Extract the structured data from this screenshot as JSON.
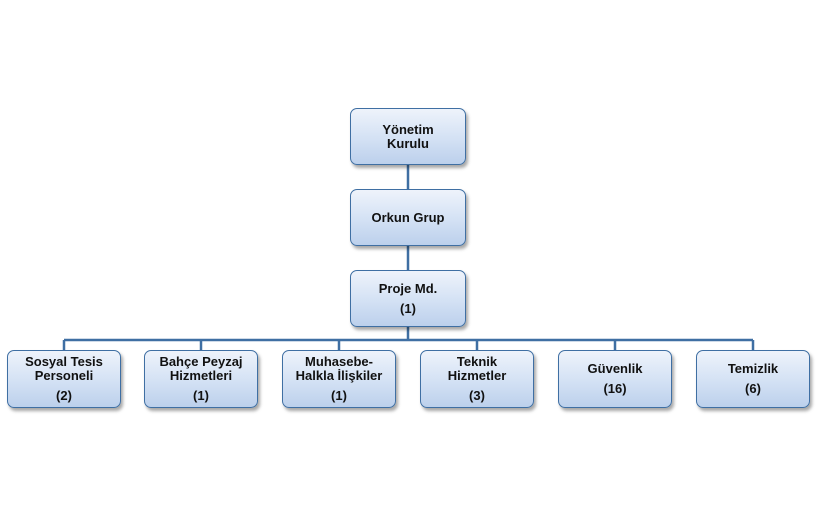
{
  "chart": {
    "nodes": {
      "yonetim": {
        "line1": "Yönetim",
        "line2": "Kurulu"
      },
      "orkun": {
        "line1": "Orkun Grup"
      },
      "proje": {
        "line1": "Proje Md.",
        "line2": "(1)"
      },
      "sosyal": {
        "line1": "Sosyal Tesis",
        "line2": "Personeli",
        "line3": "(2)"
      },
      "bahce": {
        "line1": "Bahçe Peyzaj",
        "line2": "Hizmetleri",
        "line3": "(1)"
      },
      "muhasebe": {
        "line1": "Muhasebe-",
        "line2": "Halkla İlişkiler",
        "line3": "(1)"
      },
      "teknik": {
        "line1": "Teknik",
        "line2": "Hizmetler",
        "line3": "(3)"
      },
      "guvenlik": {
        "line1": "Güvenlik",
        "line2": "(16)"
      },
      "temizlik": {
        "line1": "Temizlik",
        "line2": "(6)"
      }
    },
    "colors": {
      "connector": "#3f6fa3",
      "box_border": "#3f6fa3",
      "box_fill_top": "#eef3fb",
      "box_fill_bottom": "#bcd0ec"
    }
  }
}
